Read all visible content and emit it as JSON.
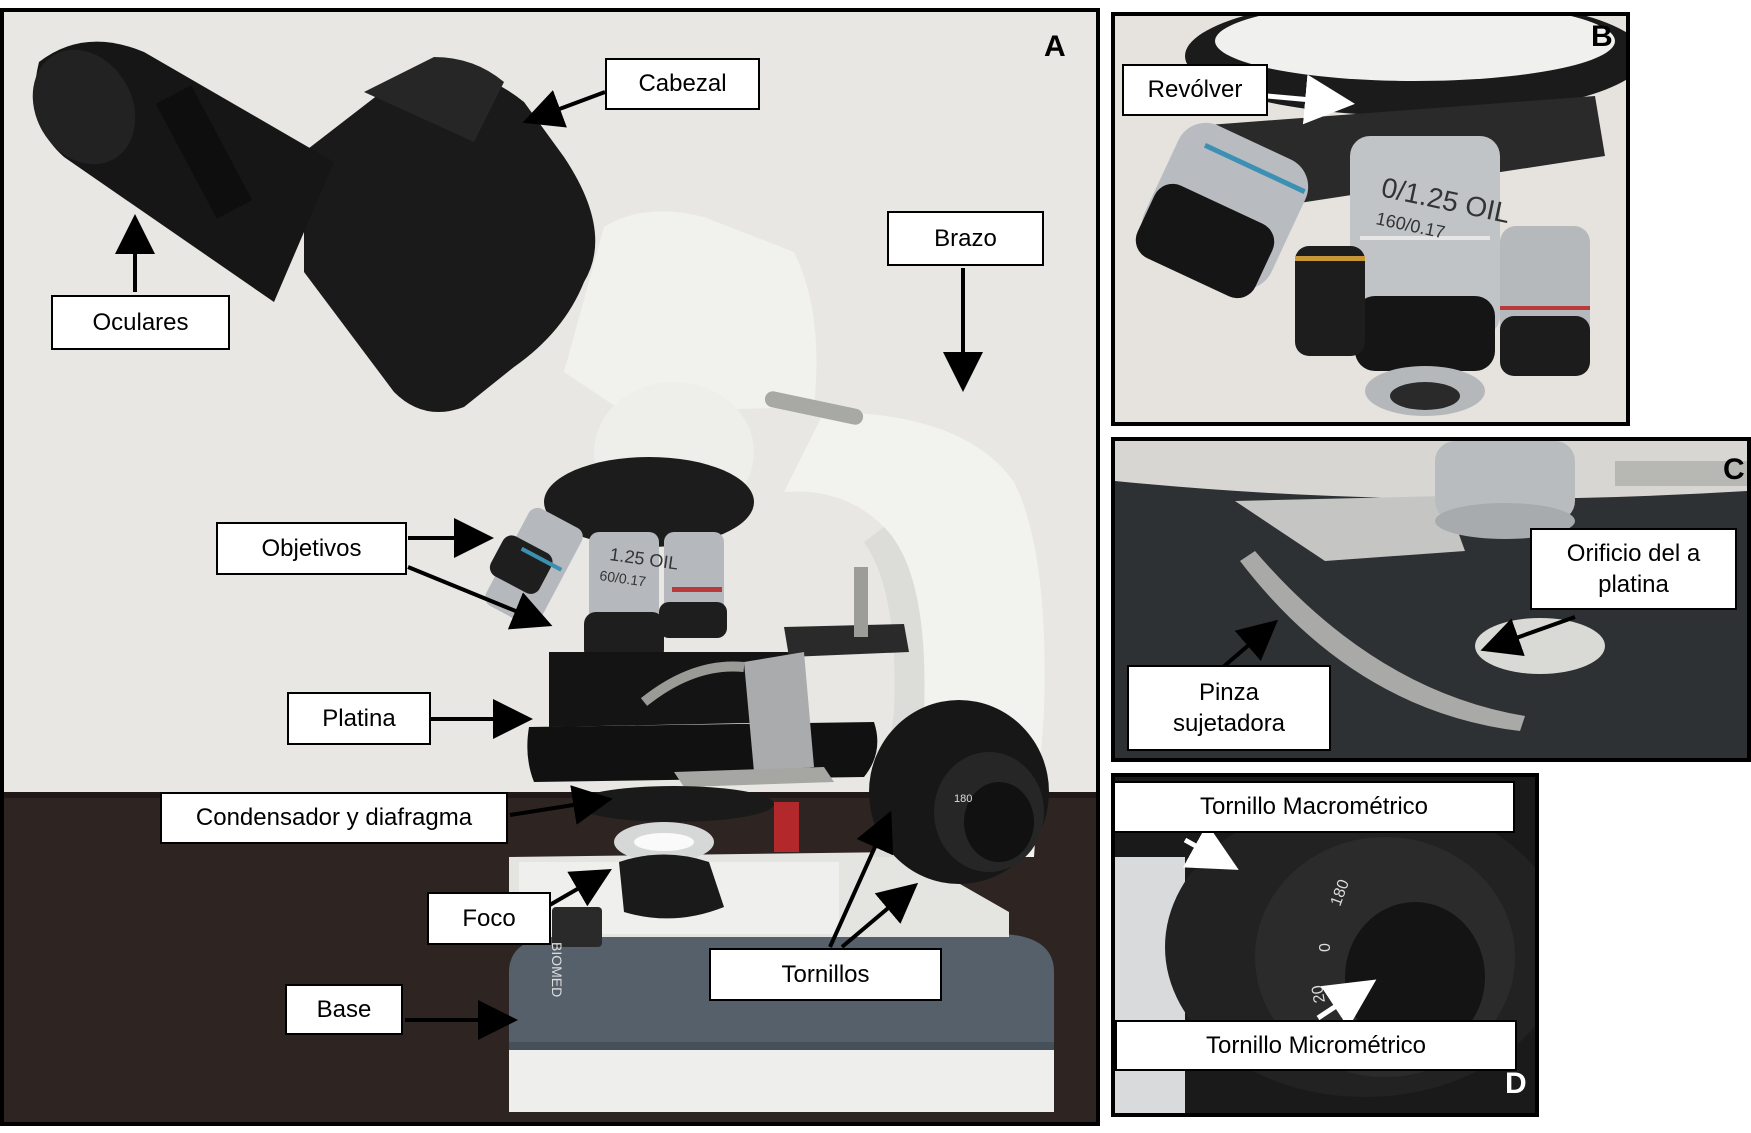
{
  "panels": {
    "a": {
      "letter": "A"
    },
    "b": {
      "letter": "B"
    },
    "c": {
      "letter": "C"
    },
    "d": {
      "letter": "D"
    }
  },
  "labels": {
    "cabezal": "Cabezal",
    "oculares": "Oculares",
    "brazo": "Brazo",
    "objetivos": "Objetivos",
    "platina": "Platina",
    "condensador": "Condensador y diafragma",
    "foco": "Foco",
    "base": "Base",
    "tornillos": "Tornillos",
    "revolver": "Revólver",
    "orificio": "Orificio del a\nplatina",
    "pinza": "Pinza\nsujetadora",
    "macrometrico": "Tornillo Macrométrico",
    "micrometrico": "Tornillo Micrométrico"
  },
  "objective_markings": {
    "b_line1": "0/1.25  OIL",
    "b_line2": "160/0.17",
    "a_line1": "1.25  OIL",
    "a_line2": "60/0.17"
  },
  "dial_numbers": [
    "180",
    "0",
    "20"
  ],
  "brand_text": "BIOMED",
  "colors": {
    "wall": "#e9e8e4",
    "desk": "#2d2421",
    "microscope_white": "#f1f1ef",
    "microscope_black": "#181818",
    "base_gray": "#566066",
    "metal": "#b9bcbf"
  }
}
